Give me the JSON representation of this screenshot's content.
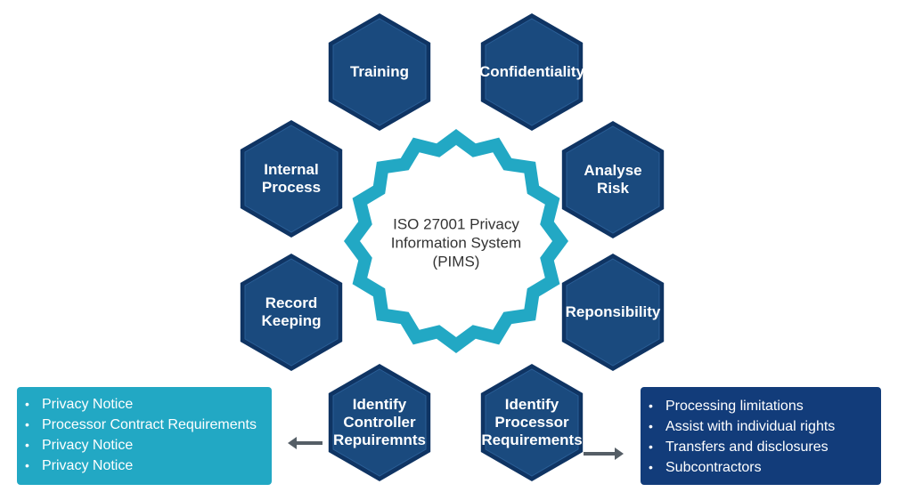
{
  "center": {
    "lines": [
      "ISO 27001 Privacy",
      "Information System",
      "(PIMS)"
    ]
  },
  "hexagons": [
    {
      "id": "training",
      "lines": [
        "Training"
      ]
    },
    {
      "id": "confidentiality",
      "lines": [
        "Confidentiality"
      ]
    },
    {
      "id": "internal-process",
      "lines": [
        "Internal",
        "Process"
      ]
    },
    {
      "id": "analyse-risk",
      "lines": [
        "Analyse",
        "Risk"
      ]
    },
    {
      "id": "record-keeping",
      "lines": [
        "Record",
        "Keeping"
      ]
    },
    {
      "id": "reponsibility",
      "lines": [
        "Reponsibility"
      ]
    },
    {
      "id": "identify-controller",
      "lines": [
        "Identify",
        "Controller",
        "Repuiremnts"
      ]
    },
    {
      "id": "identify-processor",
      "lines": [
        "Identify",
        "Processor",
        "Requirements"
      ]
    }
  ],
  "left_box": {
    "items": [
      "Privacy Notice",
      "Processor Contract Requirements",
      "Privacy Notice",
      "Privacy Notice"
    ]
  },
  "right_box": {
    "items": [
      "Processing limitations",
      "Assist with individual rights",
      "Transfers and disclosures",
      "Subcontractors"
    ]
  },
  "colors": {
    "hex_fill": "#1a4a7e",
    "hex_stroke": "#0f3463",
    "center_ring": "#22a8c4",
    "left_box": "#22a8c4",
    "right_box": "#123c7a",
    "arrow": "#555e66"
  }
}
